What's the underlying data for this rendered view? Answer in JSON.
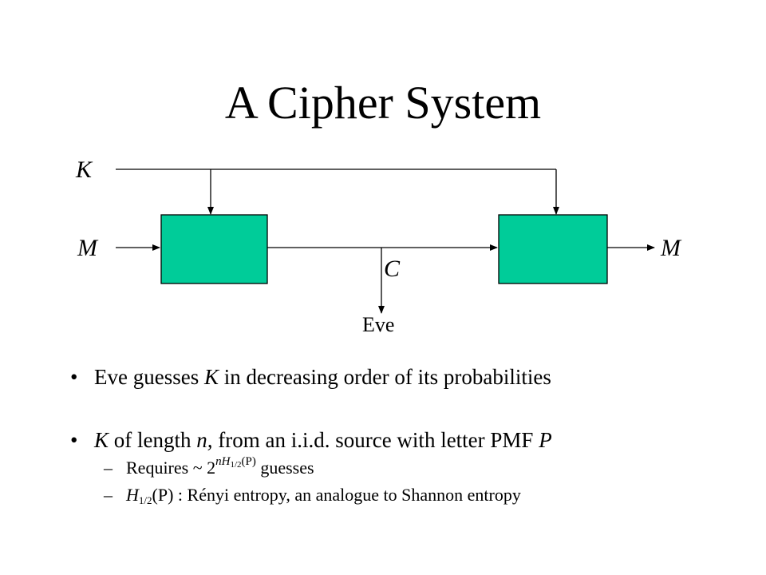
{
  "title": "A Cipher System",
  "diagram": {
    "key_label": "K",
    "input_label": "M",
    "ciphertext_label": "C",
    "eavesdropper_label": "Eve",
    "output_label": "M",
    "box_color": "#00CC99"
  },
  "bullets": [
    {
      "prefix": "Eve guesses ",
      "var": "K",
      "suffix": " in decreasing order of its probabilities"
    },
    {
      "var": "K",
      "mid1": " of length ",
      "var2": "n,",
      "mid2": " from an i.i.d. source with letter PMF ",
      "var3": "P"
    }
  ],
  "sub_bullets": [
    {
      "prefix": "Requires ~ 2",
      "exp_n": "n",
      "exp_H": "H",
      "exp_sub": "1/2",
      "exp_arg": "(P)",
      "suffix": " guesses"
    },
    {
      "H": "H",
      "H_sub": "1/2",
      "arg": "(P)",
      "suffix": " : Rényi entropy, an analogue to Shannon entropy"
    }
  ]
}
